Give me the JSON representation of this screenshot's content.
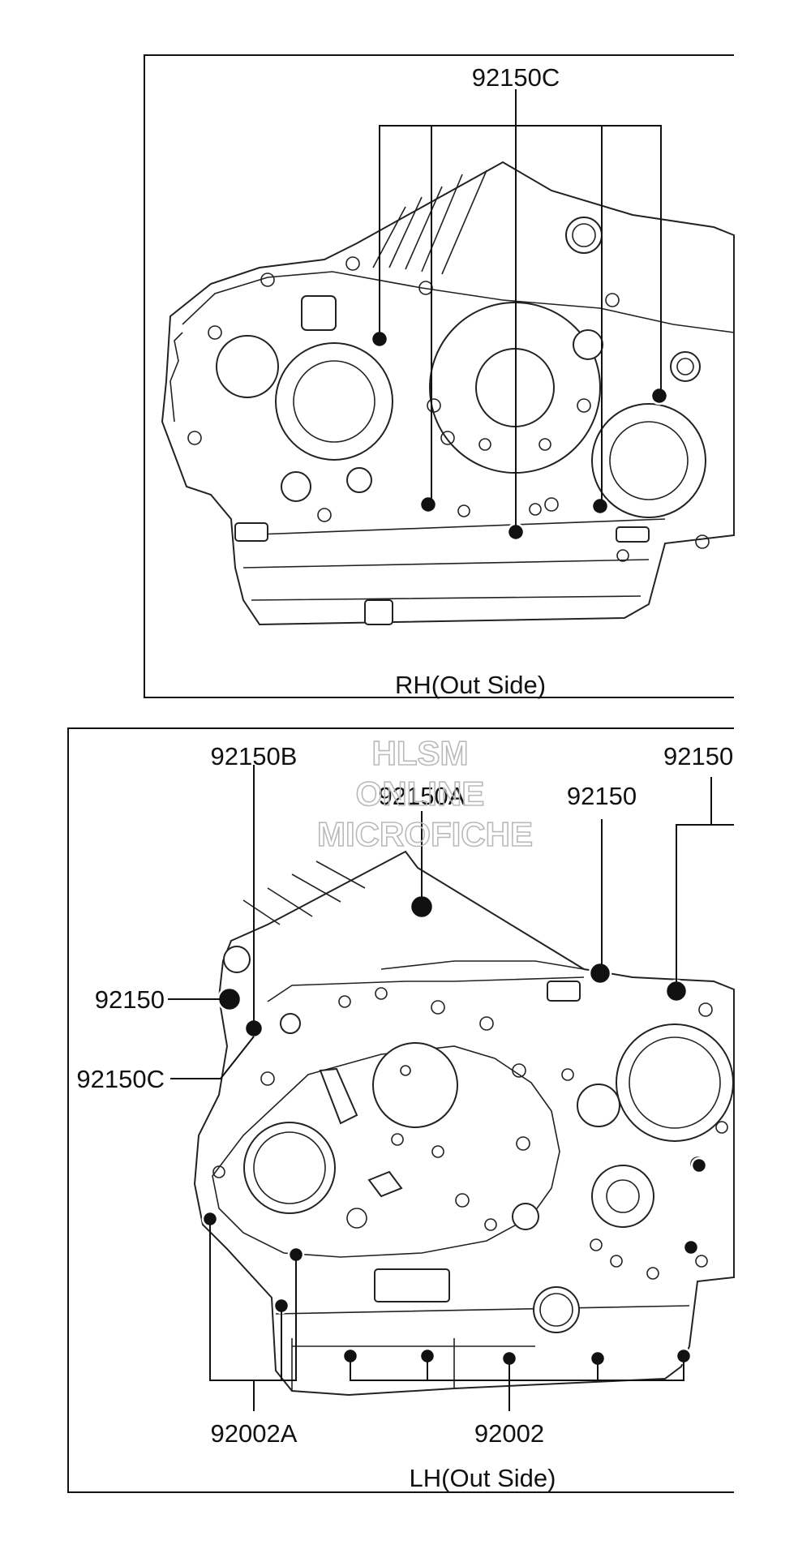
{
  "panels": {
    "top": {
      "caption": "RH(Out Side)",
      "callouts": [
        "92150C"
      ]
    },
    "bottom": {
      "caption": "LH(Out Side)",
      "callouts": [
        "92150B",
        "92150A",
        "92150",
        "92150",
        "92150",
        "92150C",
        "92002A",
        "92002"
      ]
    }
  },
  "watermark": {
    "line1": "HLSM",
    "line2": "ONLINE",
    "line3": "MICROFICHE",
    "color": "#b9b9b9"
  }
}
